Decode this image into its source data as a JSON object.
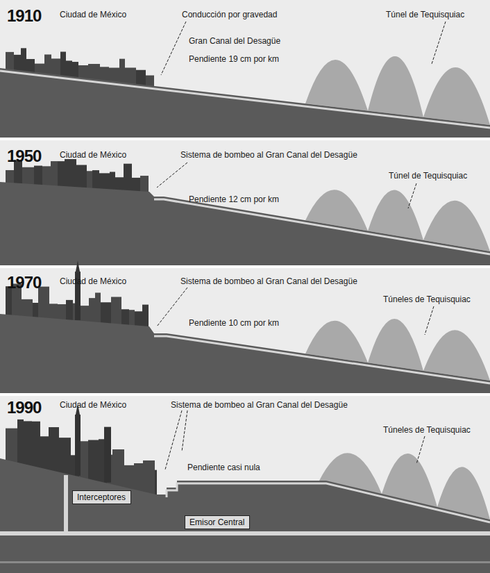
{
  "diagram": {
    "nodes": [
      {
        "text": [
          "Interceptores"
        ]
      },
      {
        "text": [
          "Emisor Central"
        ]
      }
    ],
    "labels": [
      "1910",
      "Ciudad de México",
      "Conducción por gravedad",
      "Gran Canal del Desagüe",
      "Pendiente 19 cm por km",
      "Túnel de Tequisquiac",
      "1950",
      "Ciudad de México",
      "Sistema de bombeo al Gran Canal del Desagüe",
      "Túnel de Tequisquiac",
      "Pendiente 12 cm por km",
      "1970",
      "Ciudad de México",
      "Sistema de bombeo al Gran Canal del Desagüe",
      "Túneles de Tequisquiac",
      "Pendiente 10 cm por km",
      "1990",
      "Ciudad de México",
      "Sistema de bombeo al Gran Canal del Desagüe",
      "Túneles de Tequisquiac",
      "Pendiente casi nula"
    ]
  }
}
